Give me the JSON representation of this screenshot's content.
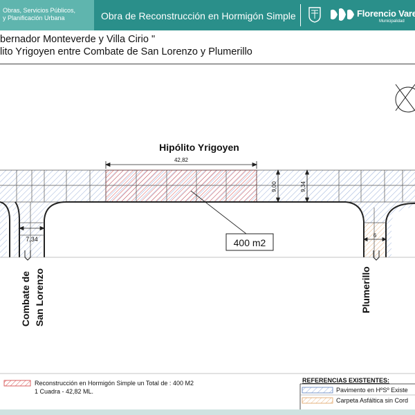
{
  "header": {
    "department_lines": [
      "Obras, Servicios Públicos,",
      "y Planificación Urbana"
    ],
    "title": "Obra de Reconstrucción en Hormigón Simple",
    "seal_icon": "municipal-seal-icon",
    "logo_icon": "florencio-varela-logo-icon",
    "brand": "Florencio Varela",
    "brand_sub": "Municipalidad",
    "colors": {
      "bar": "#2a8f8a",
      "dept_panel": "#5fb5ae"
    }
  },
  "project": {
    "line1": "bernador Monteverde y Villa Cirio \"",
    "line2": "lito Yrigoyen entre Combate de San Lorenzo y Plumerillo"
  },
  "plan": {
    "street_main": "Hipólito Yrigoyen",
    "dim_length": "42,82",
    "dim_width_1": "9,00",
    "dim_width_2": "9,34",
    "dim_left_cross": "7,34",
    "dim_right_cross": "6",
    "area_label": "400 m2",
    "street_left_line1": "Combate de",
    "street_left_line2": "San Lorenzo",
    "street_right": "Plumerillo",
    "north_icon": "north-arrow-icon",
    "colors": {
      "existing_pavement": "#5b7fbf",
      "reconstruction": "#d23c3c",
      "asphalt": "#e0a060"
    }
  },
  "legend": {
    "reconstruction_text": "Reconstrucción en Hormigón Simple un Total de :  400  M2",
    "reconstruction_sub": "1 Cuadra - 42,82 ML.",
    "references_title": "REFERENCIAS EXISTENTES:",
    "existing_pavement": "Pavimento en HºSº Existe",
    "asphalt": "Carpeta Asfáltica sin Cord"
  }
}
